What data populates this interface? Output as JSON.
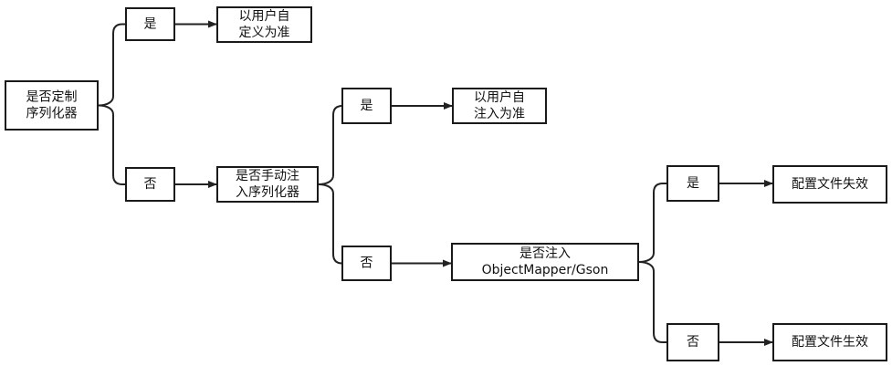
{
  "diagram": {
    "nodes": [
      {
        "id": "root",
        "lines": [
          "是否定制",
          "序列化器"
        ]
      },
      {
        "id": "yes1",
        "lines": [
          "是"
        ]
      },
      {
        "id": "res1",
        "lines": [
          "以用户自",
          "定义为准"
        ]
      },
      {
        "id": "no1",
        "lines": [
          "否"
        ]
      },
      {
        "id": "q2",
        "lines": [
          "是否手动注",
          "入序列化器"
        ]
      },
      {
        "id": "yes2",
        "lines": [
          "是"
        ]
      },
      {
        "id": "res2",
        "lines": [
          "以用户自",
          "注入为准"
        ]
      },
      {
        "id": "no2",
        "lines": [
          "否"
        ]
      },
      {
        "id": "q3",
        "lines": [
          "是否注入",
          "ObjectMapper/Gson"
        ]
      },
      {
        "id": "yes3",
        "lines": [
          "是"
        ]
      },
      {
        "id": "res3",
        "lines": [
          "配置文件失效"
        ]
      },
      {
        "id": "no3",
        "lines": [
          "否"
        ]
      },
      {
        "id": "res4",
        "lines": [
          "配置文件生效"
        ]
      }
    ],
    "edges": [
      {
        "from": "yes1",
        "to": "res1"
      },
      {
        "from": "no1",
        "to": "q2"
      },
      {
        "from": "yes2",
        "to": "res2"
      },
      {
        "from": "no2",
        "to": "q3"
      },
      {
        "from": "yes3",
        "to": "res3"
      },
      {
        "from": "no3",
        "to": "res4"
      }
    ],
    "branches": [
      {
        "from": "root",
        "to": [
          "yes1",
          "no1"
        ]
      },
      {
        "from": "q2",
        "to": [
          "yes2",
          "no2"
        ]
      },
      {
        "from": "q3",
        "to": [
          "yes3",
          "no3"
        ]
      }
    ]
  }
}
